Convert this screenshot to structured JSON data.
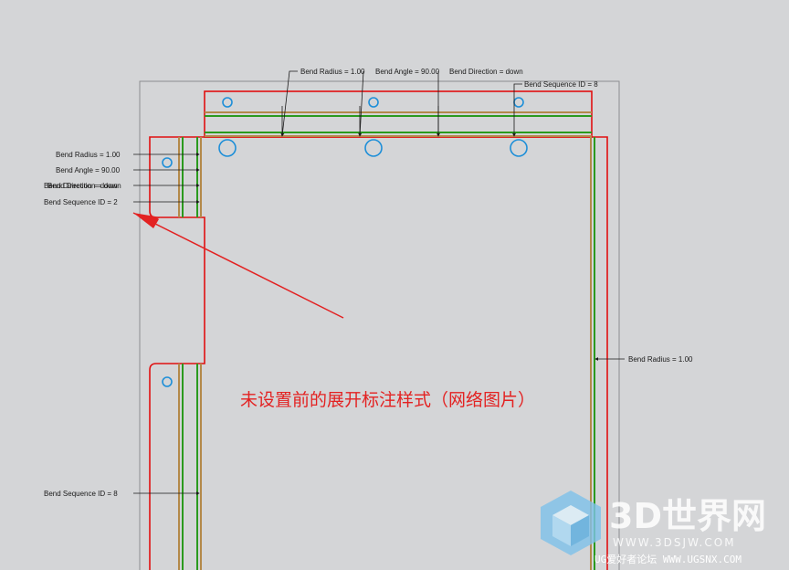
{
  "top_labels": {
    "bend_radius": "Bend Radius = 1.00",
    "bend_angle": "Bend Angle = 90.00",
    "bend_direction": "Bend Direction = down",
    "bend_sequence": "Bend Sequence ID = 8"
  },
  "left_labels": {
    "bend_radius": "Bend Radius = 1.00",
    "bend_angle": "Bend Angle = 90.00",
    "bend_direction_overlap_a": "Bend Direction = down",
    "bend_direction_overlap_b": "Bend Direction = down",
    "bend_sequence": "Bend Sequence ID = 2"
  },
  "left_lower_label": "Bend Sequence ID = 8",
  "right_label": "Bend Radius = 1.00",
  "caption": "未设置前的展开标注样式（网络图片）",
  "watermark": {
    "brand": "3D世界网",
    "url": "WWW.3DSJW.COM",
    "forum": "UG爱好者论坛 WWW.UGSNX.COM"
  },
  "colors": {
    "background": "#d4d5d7",
    "outline": "#e01010",
    "bend_line_green": "#2a9a1e",
    "bend_line_tan": "#b3894a",
    "hole": "#1e8fd8",
    "caption": "#e32222"
  },
  "icons": [
    "3d-cube-logo-icon"
  ]
}
